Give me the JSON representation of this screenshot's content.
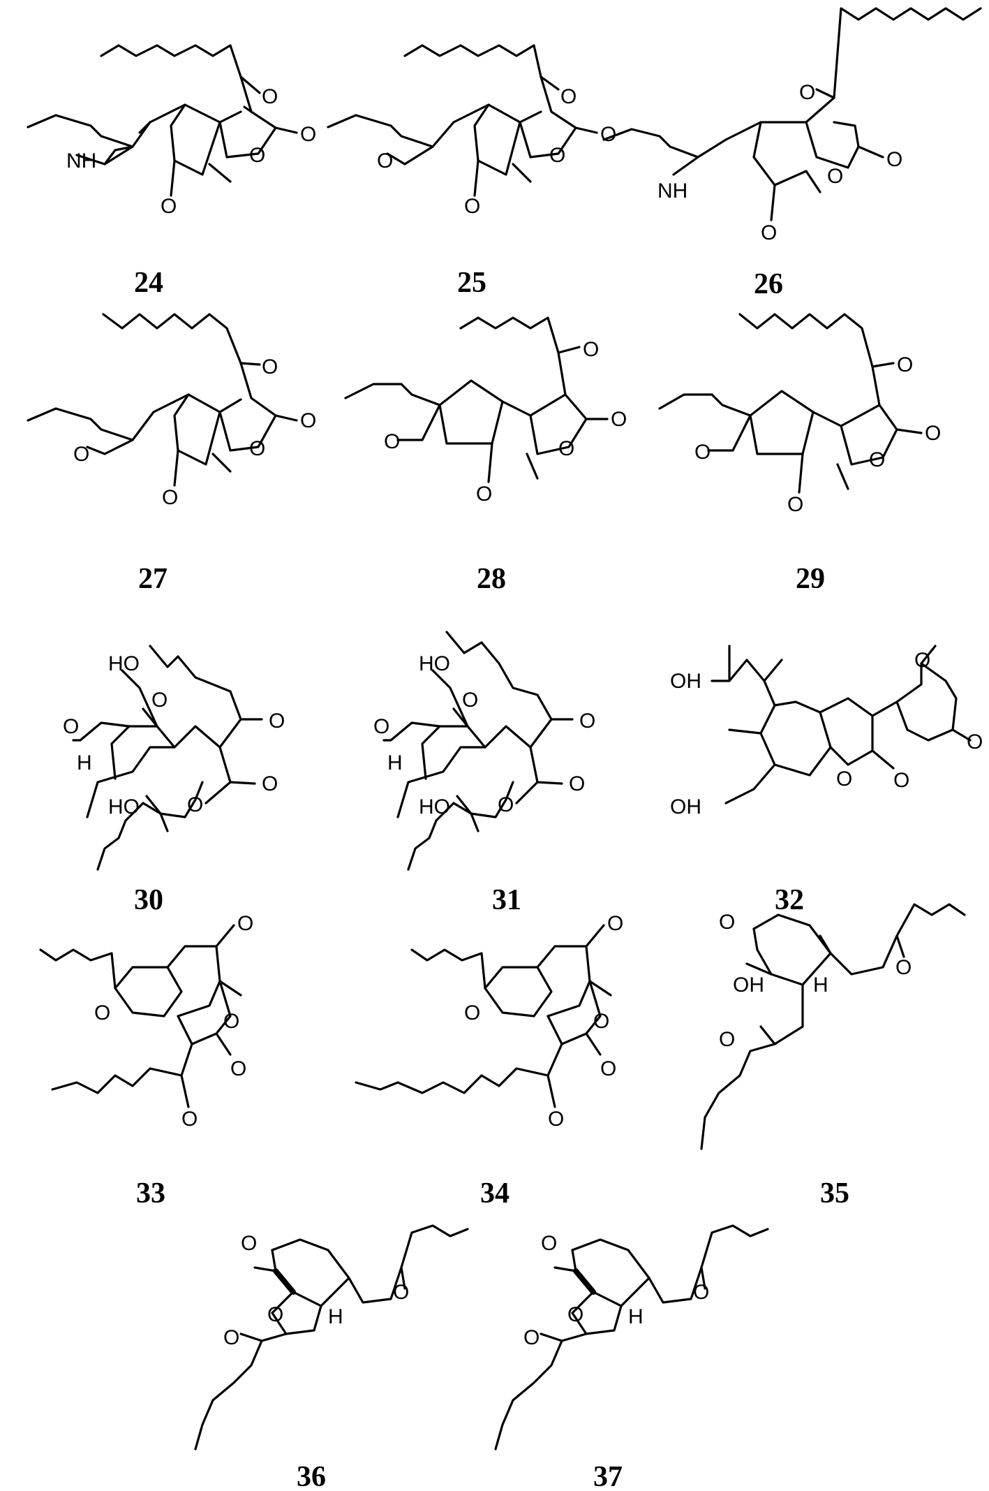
{
  "compounds": [
    {
      "id": "24",
      "atoms": {
        "o_ketone": "O",
        "o_lactone_carbonyl": "O",
        "nh": "NH",
        "o_ring": "O",
        "o_enone": "O"
      }
    },
    {
      "id": "25",
      "atoms": {
        "o_ketone": "O",
        "o_lactone_carbonyl": "O",
        "o_pyran": "O",
        "o_ring": "O",
        "o_enone": "O"
      }
    },
    {
      "id": "26",
      "atoms": {
        "o_ketone": "O",
        "o_lactone_carbonyl": "O",
        "nh": "NH",
        "o_ring": "O",
        "o_enone": "O"
      }
    },
    {
      "id": "27",
      "atoms": {
        "o_ketone": "O",
        "o_lactone_carbonyl": "O",
        "o_pyran": "O",
        "o_ring": "O",
        "o_enone": "O"
      }
    },
    {
      "id": "28",
      "atoms": {
        "o_ketone": "O",
        "o_lactone_carbonyl": "O",
        "o_pyran": "O",
        "o_ring": "O",
        "o_enone": "O"
      }
    },
    {
      "id": "29",
      "atoms": {
        "o_ketone": "O",
        "o_lactone_carbonyl": "O",
        "o_pyran": "O",
        "o_ring": "O",
        "o_enone": "O"
      }
    },
    {
      "id": "30",
      "atoms": {
        "ho_top": "HO",
        "o_furan": "O",
        "o_aldehyde": "O",
        "h_aldehyde": "H",
        "o_ketone": "O",
        "o_lactone_carbonyl": "O",
        "ho_bottom": "HO",
        "o_ring": "O"
      }
    },
    {
      "id": "31",
      "atoms": {
        "ho_top": "HO",
        "o_furan": "O",
        "o_aldehyde": "O",
        "h_aldehyde": "H",
        "o_ketone": "O",
        "o_lactone_carbonyl": "O",
        "ho_bottom": "HO",
        "o_ring": "O"
      }
    },
    {
      "id": "32",
      "atoms": {
        "oh_side": "OH",
        "o_pyranone": "O",
        "o_pyranone_carbonyl": "O",
        "oh_phenol": "OH",
        "o_coumarin": "O",
        "o_coumarin_carbonyl": "O"
      }
    },
    {
      "id": "33",
      "atoms": {
        "o_enone": "O",
        "o_pyran": "O",
        "o_lactone": "O",
        "o_lactone_carbonyl": "O",
        "o_ketone": "O"
      }
    },
    {
      "id": "34",
      "atoms": {
        "o_enone": "O",
        "o_pyran": "O",
        "o_lactone": "O",
        "o_lactone_carbonyl": "O",
        "o_ketone": "O"
      }
    },
    {
      "id": "35",
      "atoms": {
        "o_enone": "O",
        "oh": "OH",
        "h": "H",
        "o_pyran": "O",
        "o_ketone": "O"
      }
    },
    {
      "id": "36",
      "atoms": {
        "o_enone": "O",
        "o_furan": "O",
        "o_methoxy": "O",
        "h": "H",
        "o_pyran": "O"
      }
    },
    {
      "id": "37",
      "atoms": {
        "o_enone": "O",
        "o_furan": "O",
        "o_methoxy": "O",
        "h": "H",
        "o_pyran": "O"
      }
    }
  ]
}
